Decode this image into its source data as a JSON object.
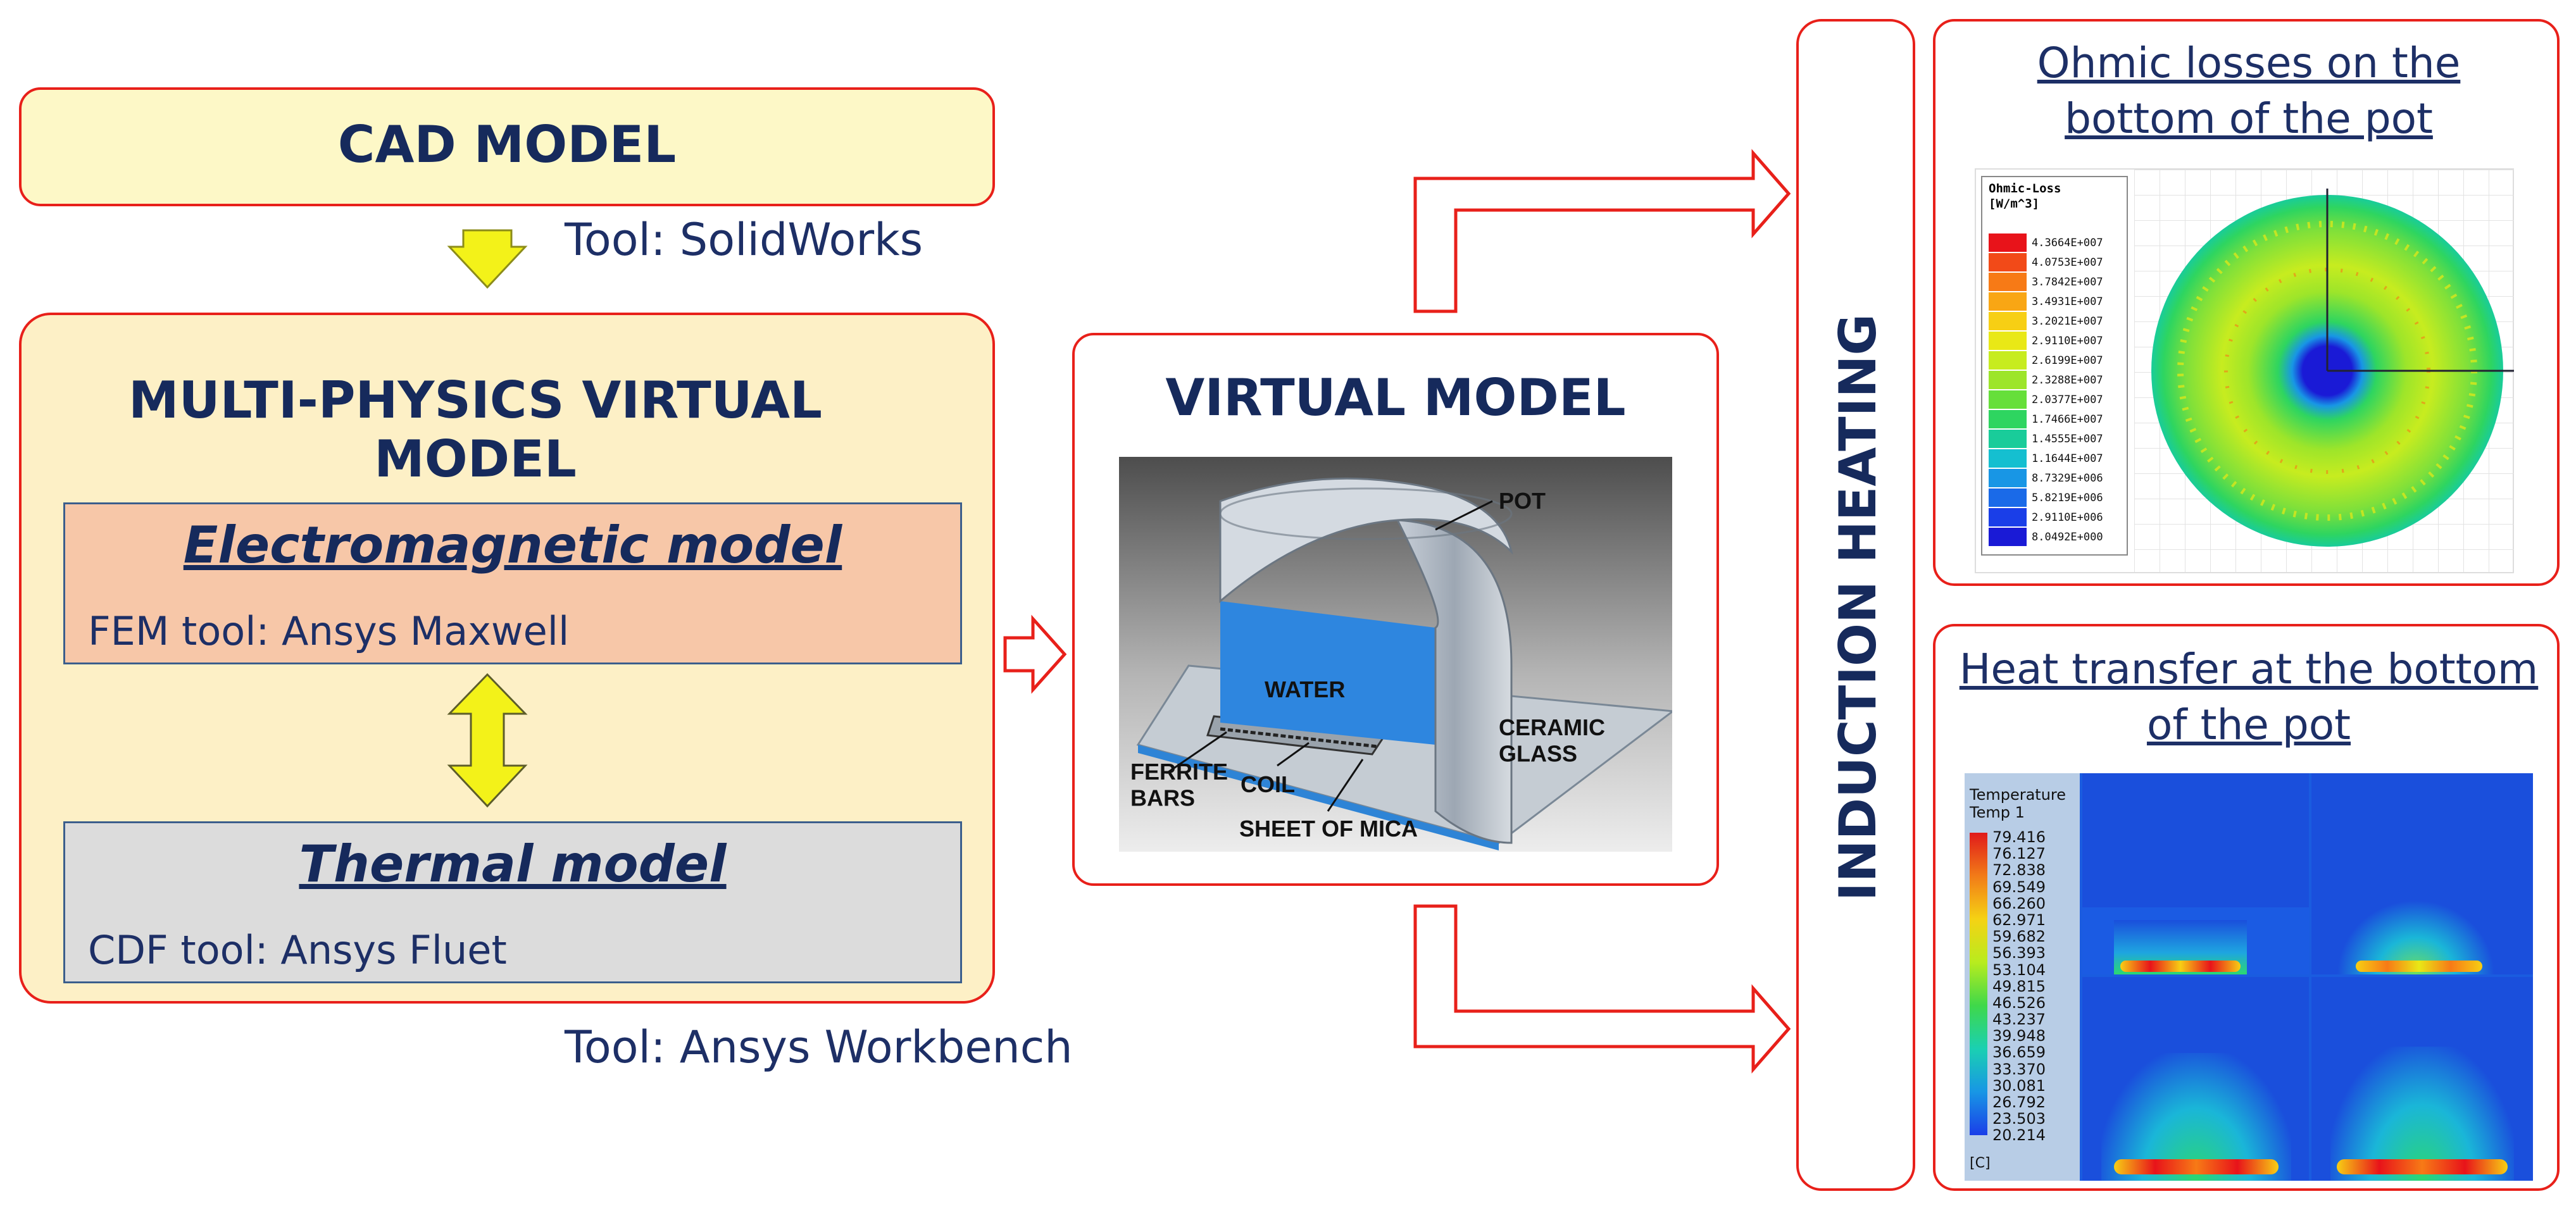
{
  "cad": {
    "title": "CAD MODEL",
    "tool": "Tool: SolidWorks"
  },
  "multi": {
    "title": "MULTI-PHYSICS VIRTUAL MODEL",
    "tool": "Tool: Ansys Workbench",
    "em": {
      "title": "Electromagnetic model",
      "tool": "FEM tool: Ansys Maxwell"
    },
    "thermal": {
      "title": "Thermal model",
      "tool": "CDF tool: Ansys Fluet"
    }
  },
  "virtual": {
    "title": "VIRTUAL MODEL",
    "labels": {
      "pot": "POT",
      "water": "WATER",
      "ceramic": "CERAMIC\nGLASS",
      "ferrite": "FERRITE\nBARS",
      "coil": "COIL",
      "mica": "SHEET OF MICA"
    }
  },
  "induction": {
    "title": "INDUCTION HEATING"
  },
  "ohmic": {
    "title": "Ohmic losses on the bottom of the pot",
    "legend_title": "Ohmic-Loss\n[W/m^3]",
    "legend_values": [
      "4.3664E+007",
      "4.0753E+007",
      "3.7842E+007",
      "3.4931E+007",
      "3.2021E+007",
      "2.9110E+007",
      "2.6199E+007",
      "2.3288E+007",
      "2.0377E+007",
      "1.7466E+007",
      "1.4555E+007",
      "1.1644E+007",
      "8.7329E+006",
      "5.8219E+006",
      "2.9110E+006",
      "8.0492E+000"
    ],
    "legend_colors": [
      "#e8131a",
      "#f24a18",
      "#f77a16",
      "#f9a614",
      "#f7cf14",
      "#e9e816",
      "#c7ec1f",
      "#9de52a",
      "#66df3a",
      "#2ed560",
      "#19cc9a",
      "#15bfd0",
      "#1896e5",
      "#1a6ae8",
      "#1a3ee8",
      "#1a1ad6"
    ]
  },
  "heat": {
    "title": "Heat transfer at the bottom of the pot",
    "legend_title": "Temperature\nTemp 1",
    "legend_values": [
      "79.416",
      "76.127",
      "72.838",
      "69.549",
      "66.260",
      "62.971",
      "59.682",
      "56.393",
      "53.104",
      "49.815",
      "46.526",
      "43.237",
      "39.948",
      "36.659",
      "33.370",
      "30.081",
      "26.792",
      "23.503",
      "20.214"
    ],
    "unit": "[C]"
  },
  "colors": {
    "red": "#e8201a",
    "navy": "#162a5c",
    "cad_fill": "#fdf8c7",
    "multi_fill": "#fdf0c6",
    "em_fill": "#f7c7a8",
    "thermal_fill": "#dcdcdc",
    "arrow_yellow": "#f3f219"
  }
}
